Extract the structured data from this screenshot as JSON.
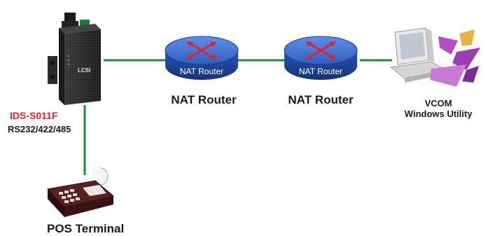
{
  "device": {
    "model": "IDS-S011F",
    "interfaces": "RS232/422/485",
    "logo": "LCSI"
  },
  "routers": [
    {
      "badge": "NAT Router",
      "label": "NAT Router"
    },
    {
      "badge": "NAT Router",
      "label": "NAT Router"
    }
  ],
  "vcom": {
    "line1": "VCOM",
    "line2": "Windows Utility"
  },
  "pos": {
    "label": "POS Terminal"
  },
  "colors": {
    "link": "#1e8a3c",
    "router_top": "#3a6fd0",
    "router_side": "#1b3f8f",
    "arrows": "#e0242b",
    "model_text": "#e0242b",
    "device_body": "#2b2b2b"
  }
}
